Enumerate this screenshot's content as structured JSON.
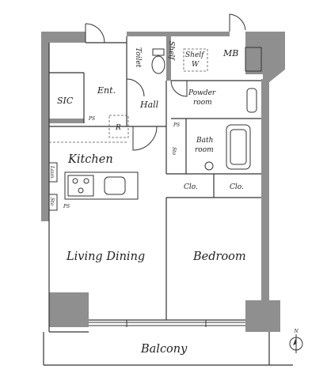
{
  "rooms": {
    "balcony": "Balcony",
    "living_dining": "Living Dining",
    "bedroom": "Bedroom",
    "kitchen": "Kitchen",
    "entrance": "Ent.",
    "sic": "SIC",
    "hall": "Hall",
    "toilet": "Toilet",
    "shelf": "Shelf",
    "shelf_w": "W",
    "mb": "MB",
    "powder_room_line1": "Powder",
    "powder_room_line2": "room",
    "bath_room_line1": "Bath",
    "bath_room_line2": "room",
    "closet_left": "Clo.",
    "closet_right": "Clo.",
    "storage_hall": "Sto",
    "storage_kitchen": "Sto",
    "refrigerator": "R"
  },
  "markers": {
    "ps_entrance": "PS",
    "ps_bath": "PS",
    "ps_kitchen": "PS",
    "laundry_label": "Laun.",
    "compass_north": "N"
  },
  "colors": {
    "wall": "#8f8f8f",
    "line": "#333333",
    "dashed": "#555555"
  }
}
